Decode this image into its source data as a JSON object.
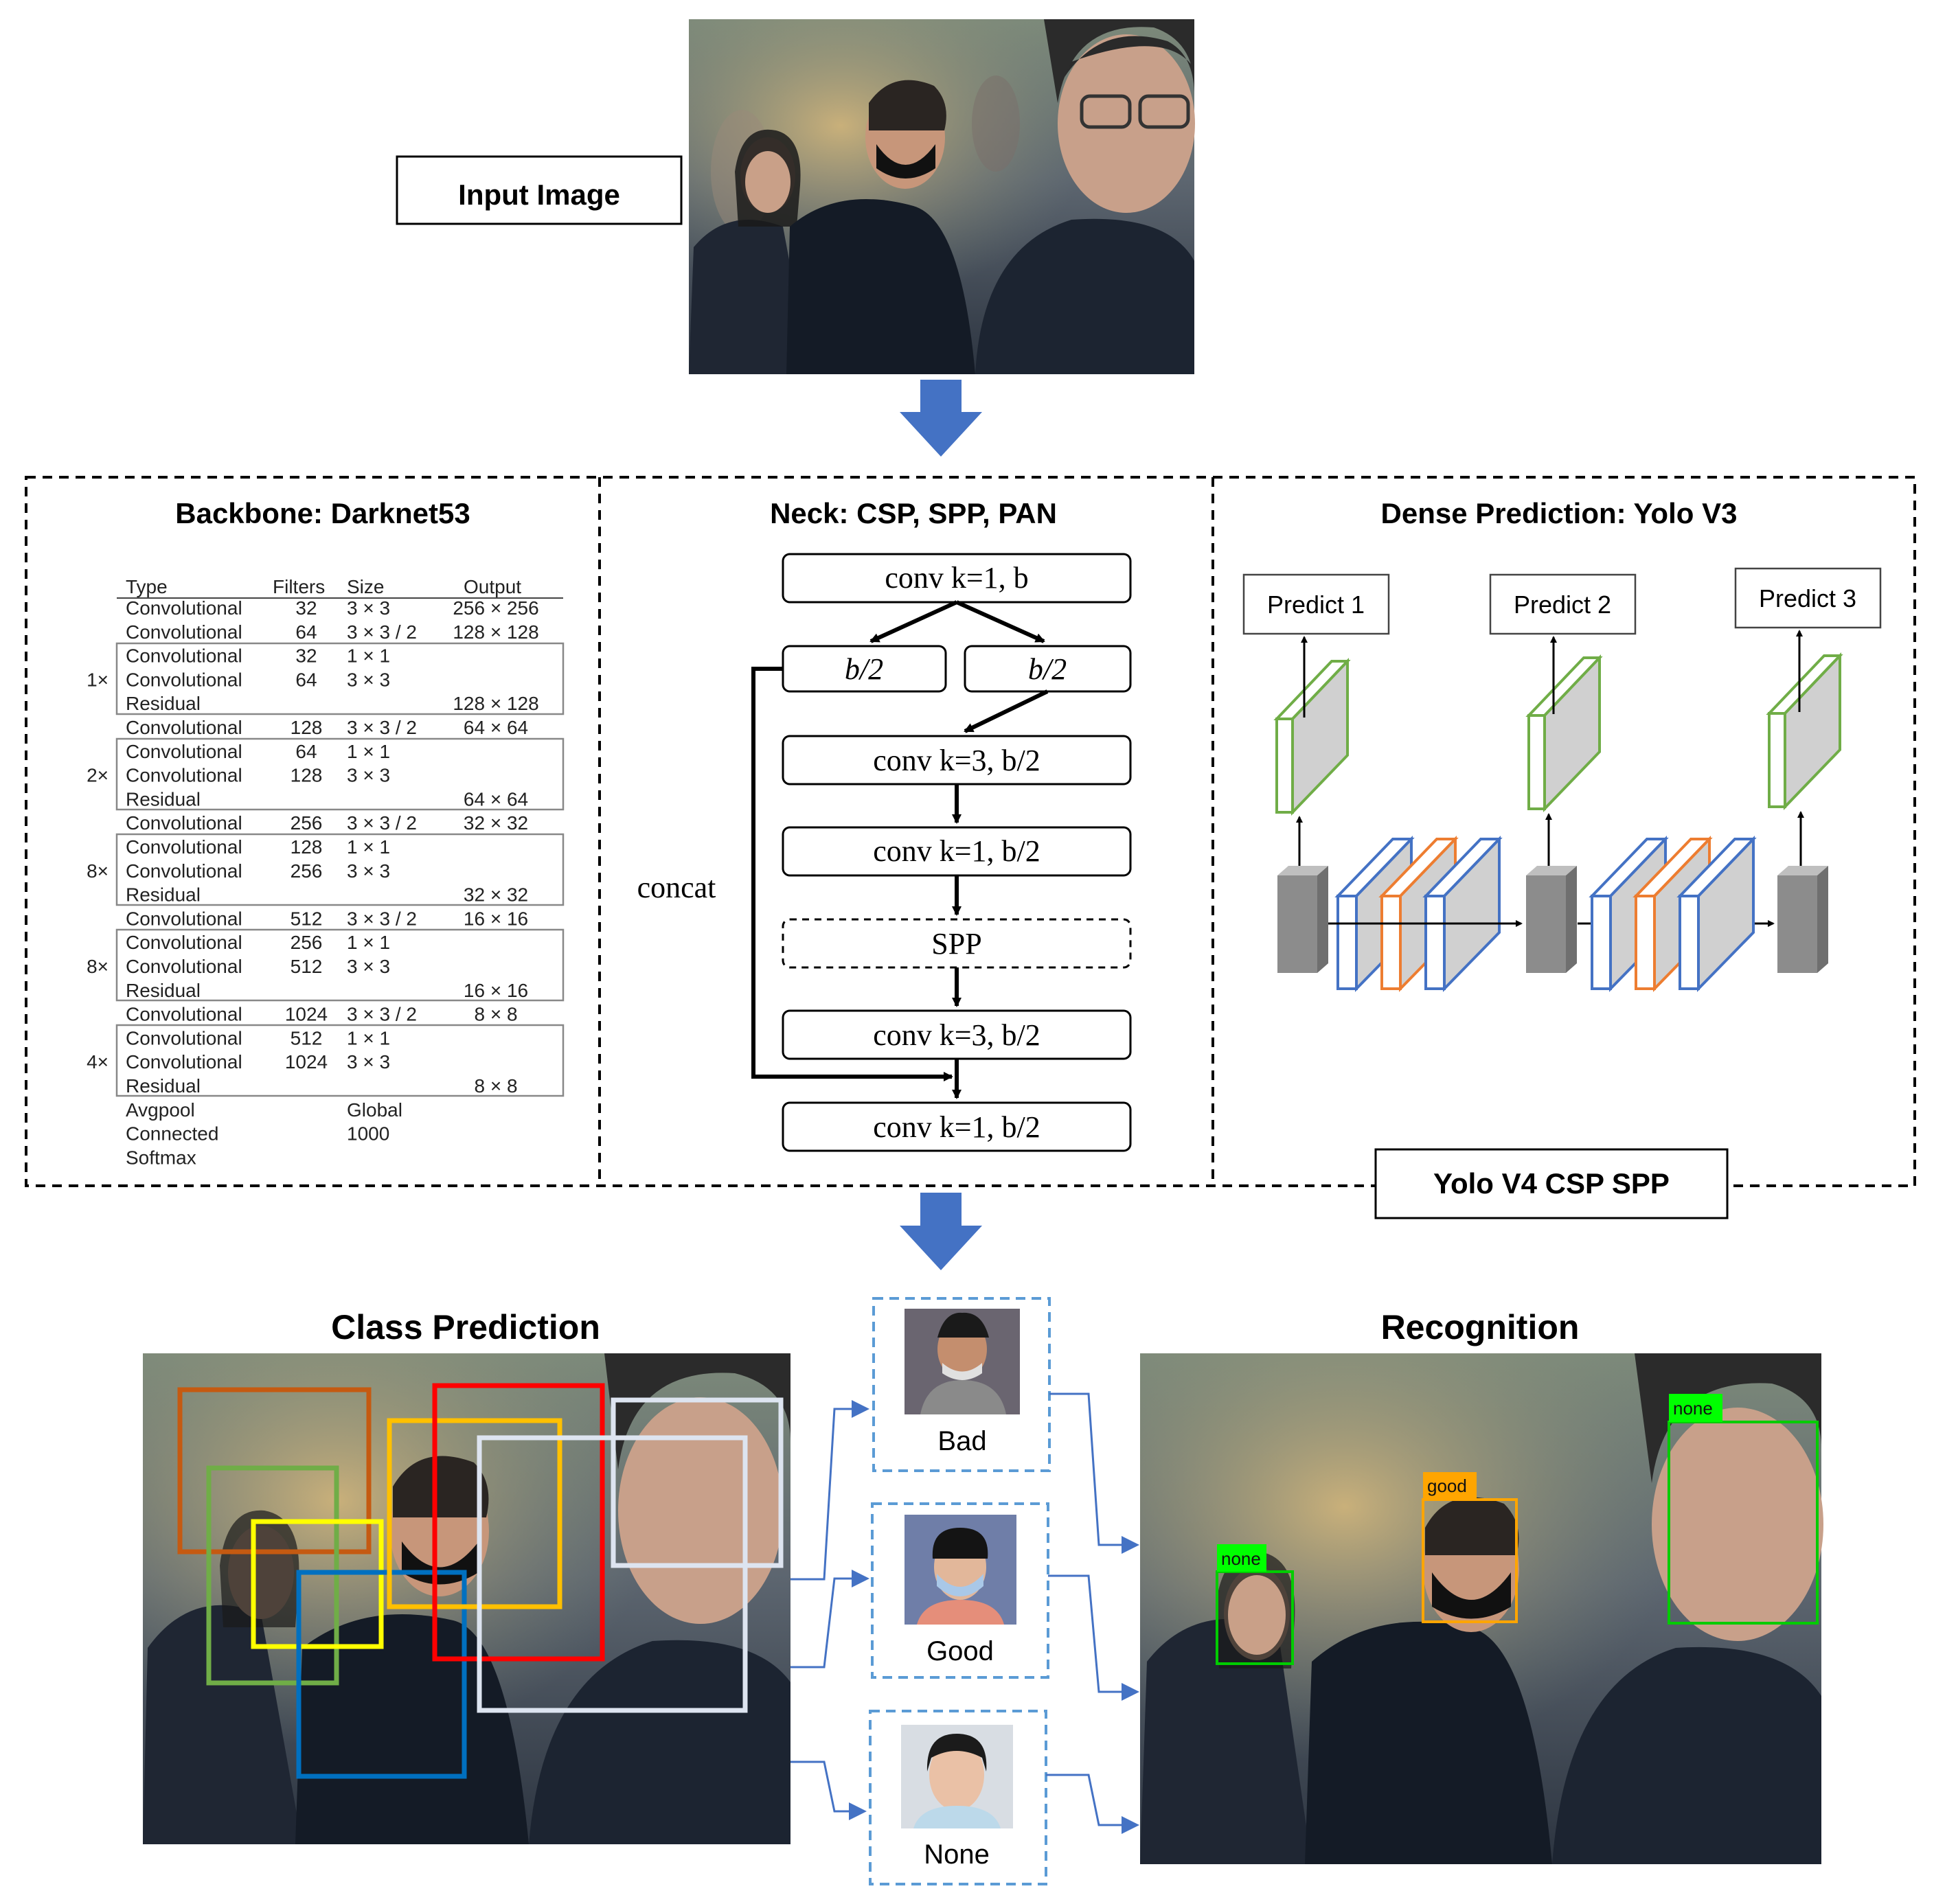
{
  "input_label": "Input Image",
  "backbone": {
    "title": "Backbone: Darknet53",
    "headers": [
      "Type",
      "Filters",
      "Size",
      "Output"
    ],
    "rows": [
      {
        "mult": "",
        "type": "Convolutional",
        "filters": "32",
        "size": "3 × 3",
        "output": "256 × 256"
      },
      {
        "mult": "",
        "type": "Convolutional",
        "filters": "64",
        "size": "3 × 3 / 2",
        "output": "128 × 128"
      },
      {
        "mult": "",
        "type": "Convolutional",
        "filters": "32",
        "size": "1 × 1",
        "output": ""
      },
      {
        "mult": "1×",
        "type": "Convolutional",
        "filters": "64",
        "size": "3 × 3",
        "output": ""
      },
      {
        "mult": "",
        "type": "Residual",
        "filters": "",
        "size": "",
        "output": "128 × 128"
      },
      {
        "mult": "",
        "type": "Convolutional",
        "filters": "128",
        "size": "3 × 3 / 2",
        "output": "64 × 64"
      },
      {
        "mult": "",
        "type": "Convolutional",
        "filters": "64",
        "size": "1 × 1",
        "output": ""
      },
      {
        "mult": "2×",
        "type": "Convolutional",
        "filters": "128",
        "size": "3 × 3",
        "output": ""
      },
      {
        "mult": "",
        "type": "Residual",
        "filters": "",
        "size": "",
        "output": "64 × 64"
      },
      {
        "mult": "",
        "type": "Convolutional",
        "filters": "256",
        "size": "3 × 3 / 2",
        "output": "32 × 32"
      },
      {
        "mult": "",
        "type": "Convolutional",
        "filters": "128",
        "size": "1 × 1",
        "output": ""
      },
      {
        "mult": "8×",
        "type": "Convolutional",
        "filters": "256",
        "size": "3 × 3",
        "output": ""
      },
      {
        "mult": "",
        "type": "Residual",
        "filters": "",
        "size": "",
        "output": "32 × 32"
      },
      {
        "mult": "",
        "type": "Convolutional",
        "filters": "512",
        "size": "3 × 3 / 2",
        "output": "16 × 16"
      },
      {
        "mult": "",
        "type": "Convolutional",
        "filters": "256",
        "size": "1 × 1",
        "output": ""
      },
      {
        "mult": "8×",
        "type": "Convolutional",
        "filters": "512",
        "size": "3 × 3",
        "output": ""
      },
      {
        "mult": "",
        "type": "Residual",
        "filters": "",
        "size": "",
        "output": "16 × 16"
      },
      {
        "mult": "",
        "type": "Convolutional",
        "filters": "1024",
        "size": "3 × 3 / 2",
        "output": "8 × 8"
      },
      {
        "mult": "",
        "type": "Convolutional",
        "filters": "512",
        "size": "1 × 1",
        "output": ""
      },
      {
        "mult": "4×",
        "type": "Convolutional",
        "filters": "1024",
        "size": "3 × 3",
        "output": ""
      },
      {
        "mult": "",
        "type": "Residual",
        "filters": "",
        "size": "",
        "output": "8 × 8"
      },
      {
        "mult": "",
        "type": "Avgpool",
        "filters": "",
        "size": "Global",
        "output": ""
      },
      {
        "mult": "",
        "type": "Connected",
        "filters": "",
        "size": "1000",
        "output": ""
      },
      {
        "mult": "",
        "type": "Softmax",
        "filters": "",
        "size": "",
        "output": ""
      }
    ]
  },
  "neck": {
    "title": "Neck:  CSP, SPP, PAN",
    "concat_label": "concat",
    "box_conv_k1_b": "conv k=1, b",
    "box_b2_left": "b/2",
    "box_b2_right": "b/2",
    "box_conv_k3_b2_a": "conv k=3, b/2",
    "box_conv_k1_b2_a": "conv k=1, b/2",
    "box_spp": "SPP",
    "box_conv_k3_b2_b": "conv k=3, b/2",
    "box_conv_k1_b2_b": "conv k=1, b/2"
  },
  "dense": {
    "title": "Dense Prediction:  Yolo V3",
    "predict1": "Predict 1",
    "predict2": "Predict 2",
    "predict3": "Predict 3"
  },
  "yolo_label": "Yolo V4 CSP SPP",
  "class_prediction_title": "Class Prediction",
  "recognition_title": "Recognition",
  "classes": {
    "bad": "Bad",
    "good": "Good",
    "none": "None"
  },
  "detections": {
    "left": "none",
    "center": "good",
    "right": "none"
  },
  "colors": {
    "arrow_blue": "#4472c4",
    "dash_blue": "#5b9bd5",
    "green_block": "#70ad47",
    "orange_block": "#ed7d31",
    "blue_block": "#4472c4",
    "grey_block": "#8c8c8c",
    "label_green": "#00ff00",
    "label_orange": "#ffa500"
  }
}
